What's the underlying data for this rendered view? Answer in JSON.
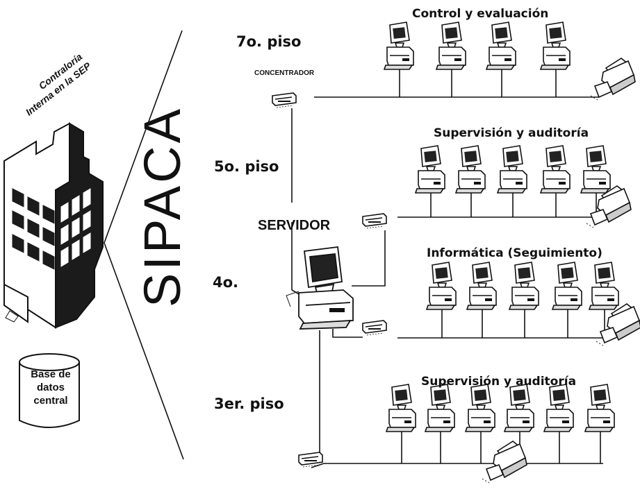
{
  "building": {
    "caption_line1": "Contraloría",
    "caption_line2": "Interna en la SEP"
  },
  "system_name": "SIPACA",
  "database": {
    "line1": "Base de",
    "line2": "datos",
    "line3": "central"
  },
  "server_label": "SERVIDOR",
  "hub_label": "CONCENTRADOR",
  "floors": [
    {
      "floor_label": "7o. piso",
      "department": "Control y evaluación",
      "workstations": 4
    },
    {
      "floor_label": "5o. piso",
      "department": "Supervisión y auditoría",
      "workstations": 5
    },
    {
      "floor_label": "4o.",
      "department": "Informática (Seguimiento)",
      "workstations": 5
    },
    {
      "floor_label": "3er. piso",
      "department": "Supervisión y auditoría",
      "workstations": 6
    }
  ],
  "icons": {
    "workstation": "desktop-computer-icon",
    "printer": "printer-icon",
    "hub": "network-hub-icon",
    "server": "server-computer-icon",
    "building": "office-building-icon",
    "database": "database-cylinder-icon"
  }
}
